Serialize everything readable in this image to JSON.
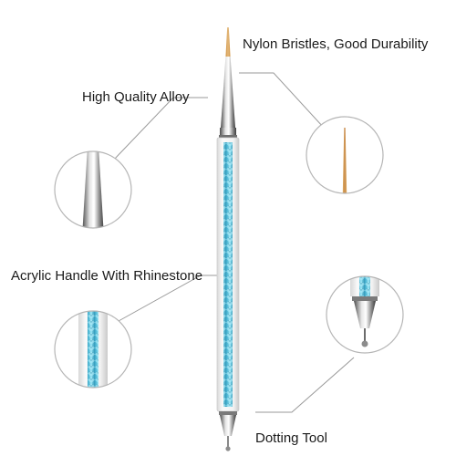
{
  "labels": {
    "nylon": "Nylon Bristles, Good Durability",
    "alloy": "High Quality Alloy",
    "acrylic": "Acrylic Handle With Rhinestone",
    "dotting": "Dotting Tool"
  },
  "colors": {
    "leader_line": "#9a9a9a",
    "circle_border": "#b5b5b5",
    "rhinestone": "#5cc4de",
    "bristle": "#d8a25a",
    "metal": "#8c8c8c"
  }
}
